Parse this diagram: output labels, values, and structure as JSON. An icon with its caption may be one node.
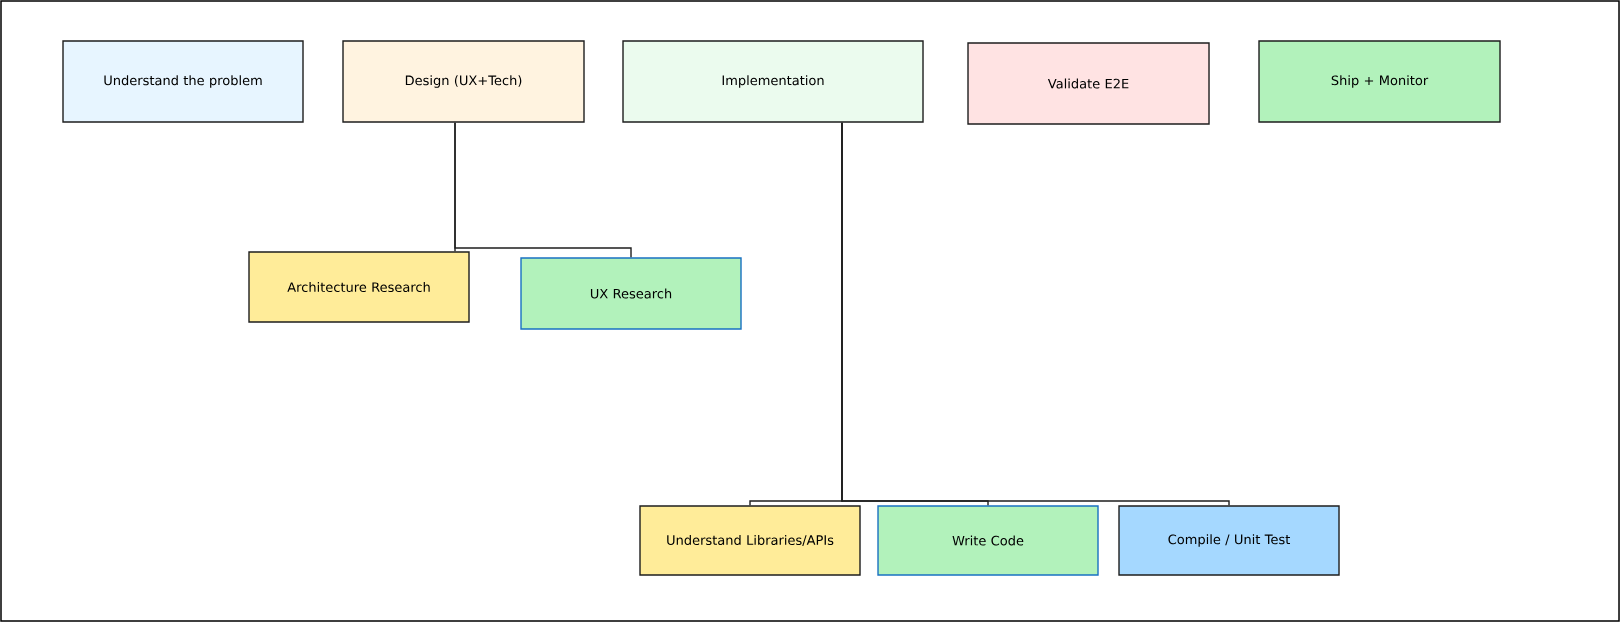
{
  "diagram": {
    "nodes": [
      {
        "text": [
          "Understand the problem"
        ]
      },
      {
        "text": [
          "Design (UX+Tech)"
        ]
      },
      {
        "text": [
          "Implementation"
        ]
      },
      {
        "text": [
          "Validate E2E"
        ]
      },
      {
        "text": [
          "Ship + Monitor"
        ]
      },
      {
        "text": [
          "Architecture Research"
        ]
      },
      {
        "text": [
          "UX Research"
        ]
      },
      {
        "text": [
          "Understand Libraries/APIs"
        ]
      },
      {
        "text": [
          "Write Code"
        ]
      },
      {
        "text": [
          "Compile / Unit Test"
        ]
      }
    ],
    "edges": [
      {
        "from": 1,
        "to": 5,
        "arrow": "none"
      },
      {
        "from": 1,
        "to": 6,
        "arrow": "none"
      },
      {
        "from": 2,
        "to": 7,
        "arrow": "none"
      },
      {
        "from": 2,
        "to": 8,
        "arrow": "none"
      },
      {
        "from": 2,
        "to": 9,
        "arrow": "none"
      }
    ]
  }
}
